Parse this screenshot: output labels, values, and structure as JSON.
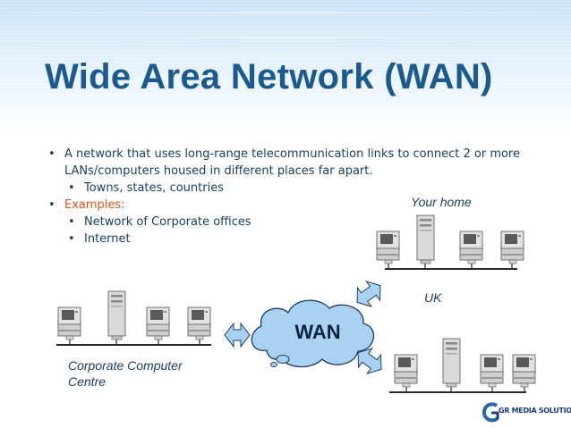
{
  "slide": {
    "title": "Wide Area Network (WAN)",
    "bullets": [
      {
        "text": "A network that uses long-range telecommunication links to connect 2 or more LANs/computers housed in different places far apart.",
        "level": 1,
        "color": "#1a3f66"
      },
      {
        "text": "Towns, states, countries",
        "level": 2,
        "color": "#1a3f66"
      },
      {
        "text": "Examples:",
        "level": 1,
        "color": "#e05317"
      },
      {
        "text": "Network of Corporate offices",
        "level": 2,
        "color": "#1a3f66"
      },
      {
        "text": "Internet",
        "level": 2,
        "color": "#1a3f66"
      }
    ]
  },
  "diagram": {
    "cloud_label": "WAN",
    "labels": {
      "your_home": "Your home",
      "uk": "UK",
      "corporate_line1": "Corporate Computer",
      "corporate_line2": "Centre"
    },
    "colors": {
      "cloud": "#a9d1f2",
      "arrow": "#a9d1f2",
      "accent": "#1e3c64"
    }
  },
  "logo": {
    "name": "GR MEDIA SOLUTIONS"
  }
}
